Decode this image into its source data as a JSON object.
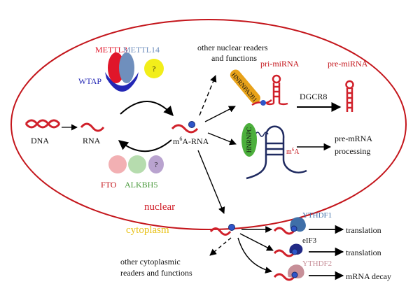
{
  "writers": {
    "mettl3": "METTL3",
    "mettl14": "METTL14",
    "wtap": "WTAP",
    "unknown": "?"
  },
  "erasers": {
    "fto": "FTO",
    "alkbh5": "ALKBH5",
    "unknown": "?"
  },
  "molecules": {
    "dna": "DNA",
    "rna": "RNA",
    "m6a_rna_prefix": "m",
    "m6a_rna_sup": "6",
    "m6a_rna_suffix": "A-RNA"
  },
  "nuclear_pathways": {
    "other_nuclear_line1": "other nuclear readers",
    "other_nuclear_line2": "and functions",
    "hnrnpa2b1": "HNRNPA2B1",
    "pri_mirna": "pri-miRNA",
    "dgcr8": "DGCR8",
    "pre_mirna": "pre-miRNA",
    "hnrnpc": "HNRNPC",
    "m6a_mark_prefix": "m",
    "m6a_mark_sup": "6",
    "m6a_mark_suffix": "A",
    "pre_mrna_line1": "pre-mRNA",
    "pre_mrna_line2": "processing"
  },
  "compartments": {
    "nuclear": "nuclear",
    "cytoplasm": "cytoplasm"
  },
  "cytoplasm_pathways": {
    "ythdf1": "YTHDF1",
    "eif3": "eIF3",
    "ythdf2": "YTHDF2",
    "translation_1": "translation",
    "translation_2": "translation",
    "mrna_decay": "mRNA decay",
    "other_cyto_line1": "other cytoplasmic",
    "other_cyto_line2": "readers and functions"
  },
  "colors": {
    "nucleus_outline": "#c4161c",
    "rna_red": "#d0202a",
    "m6a_blue": "#2f55c8",
    "mettl3_red": "#e0162a",
    "mettl14_blue": "#6f8fbd",
    "wtap_blue": "#2327b5",
    "yellow_unknown": "#f2ee1a",
    "fto_pink": "#f2b0b3",
    "alkbh5_green": "#b6dcae",
    "eraser_unknown_purple": "#b9a3cf",
    "hnrnpc_green": "#4caf3c",
    "hnrnpa2b1_gold": "#e8a21a",
    "nuclear_label": "#d0202a",
    "cytoplasm_label": "#e8c21a",
    "ythdf1_color": "#3f6fa8",
    "eif3_color": "#222a86",
    "ythdf2_color": "#c78f98"
  }
}
